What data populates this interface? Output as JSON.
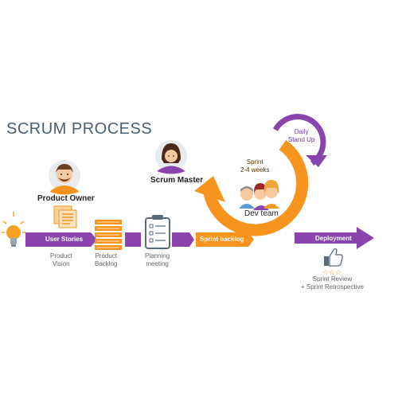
{
  "title": "SCRUM PROCESS",
  "colors": {
    "title": "#4a5f74",
    "purple": "#8a44ad",
    "orange": "#f7941d",
    "bulb": "#f6a121",
    "star": "#f7941d",
    "text_gray": "#666666"
  },
  "roles": {
    "product_owner": "Product Owner",
    "scrum_master": "Scrum Master",
    "dev_team": "Dev team"
  },
  "flow": {
    "user_stories": "User Stories",
    "product_vision": [
      "Product",
      "Vision"
    ],
    "product_backlog": [
      "Product",
      "Backlog"
    ],
    "planning_meeting": [
      "Planning",
      "meeting"
    ],
    "sprint_backlog": "Sprint backlog",
    "deployment": "Deployment",
    "sprint": [
      "Sprint",
      "2-4 weeks"
    ],
    "daily_standup": [
      "Daily",
      "Stand Up"
    ],
    "sprint_review": [
      "Sprint Review",
      "+ Sprint Retrospective"
    ]
  },
  "icons": {
    "lightbulb": "lightbulb-icon",
    "documents": "documents-icon",
    "backlog": "backlog-stack-icon",
    "clipboard": "clipboard-icon",
    "thumbs_up": "thumbs-up-icon",
    "stars": "stars-icon"
  }
}
